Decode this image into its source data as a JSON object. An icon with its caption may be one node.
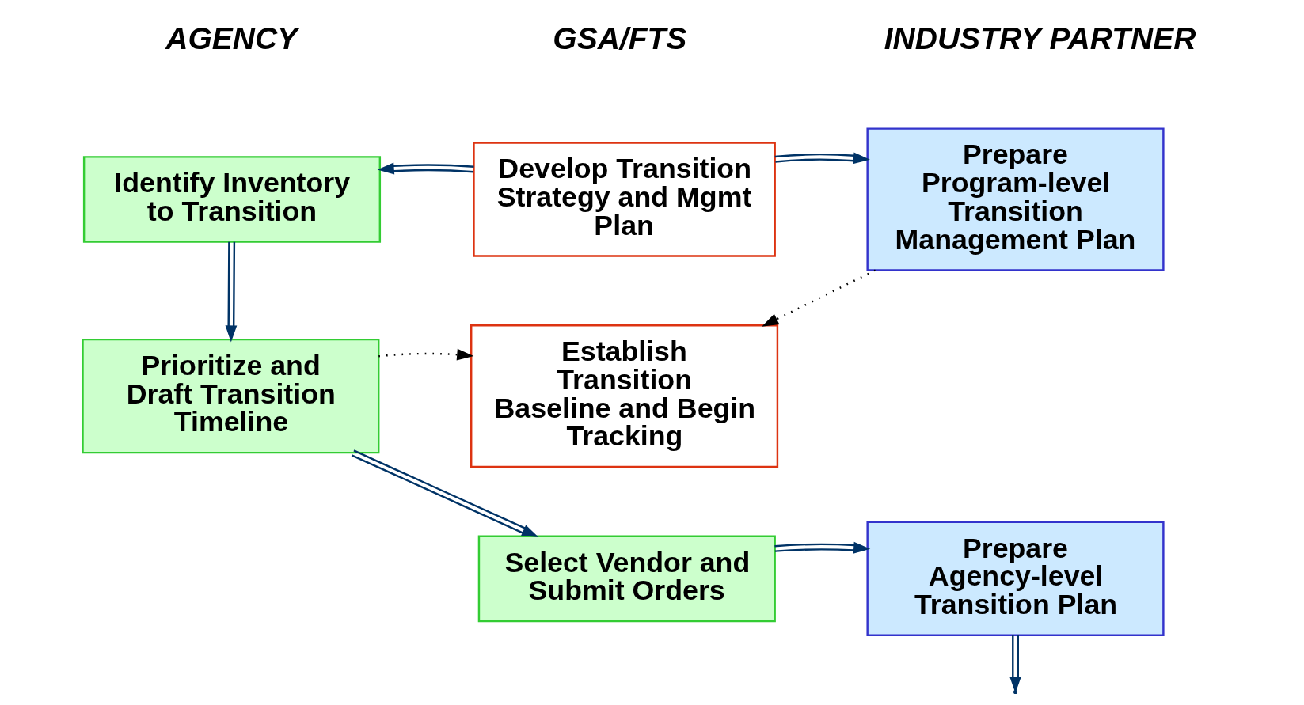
{
  "diagram": {
    "nodes": [
      {
        "text": [
          "Identify Inventory to Transition"
        ]
      },
      {
        "text": [
          "Develop Transition Strategy and Mgmt Plan"
        ]
      },
      {
        "text": [
          "Prepare Program-level Transition Management Plan"
        ]
      },
      {
        "text": [
          "Prioritize and Draft Transition Timeline"
        ]
      },
      {
        "text": [
          "Establish Transition Baseline and Begin Tracking"
        ]
      },
      {
        "text": [
          "Select Vendor and Submit Orders"
        ]
      },
      {
        "text": [
          "Prepare Agency-level Transition Plan"
        ]
      }
    ],
    "edges": [
      {
        "from": 1,
        "to": 0,
        "arrow": "to"
      },
      {
        "from": 1,
        "to": 2,
        "arrow": "to"
      },
      {
        "from": 0,
        "to": 3,
        "arrow": "to"
      },
      {
        "from": 3,
        "to": 4,
        "arrow": "to",
        "style": "dashed",
        "color": "#000000"
      },
      {
        "from": 2,
        "to": 4,
        "arrow": "to",
        "style": "dashed",
        "color": "#000000"
      },
      {
        "from": 3,
        "to": 5,
        "arrow": "to"
      },
      {
        "from": 5,
        "to": 6,
        "arrow": "to"
      },
      {
        "from": 6,
        "to": null,
        "arrow": "to"
      }
    ],
    "labels": [
      "AGENCY",
      "GSA/FTS",
      "INDUSTRY PARTNER"
    ]
  }
}
